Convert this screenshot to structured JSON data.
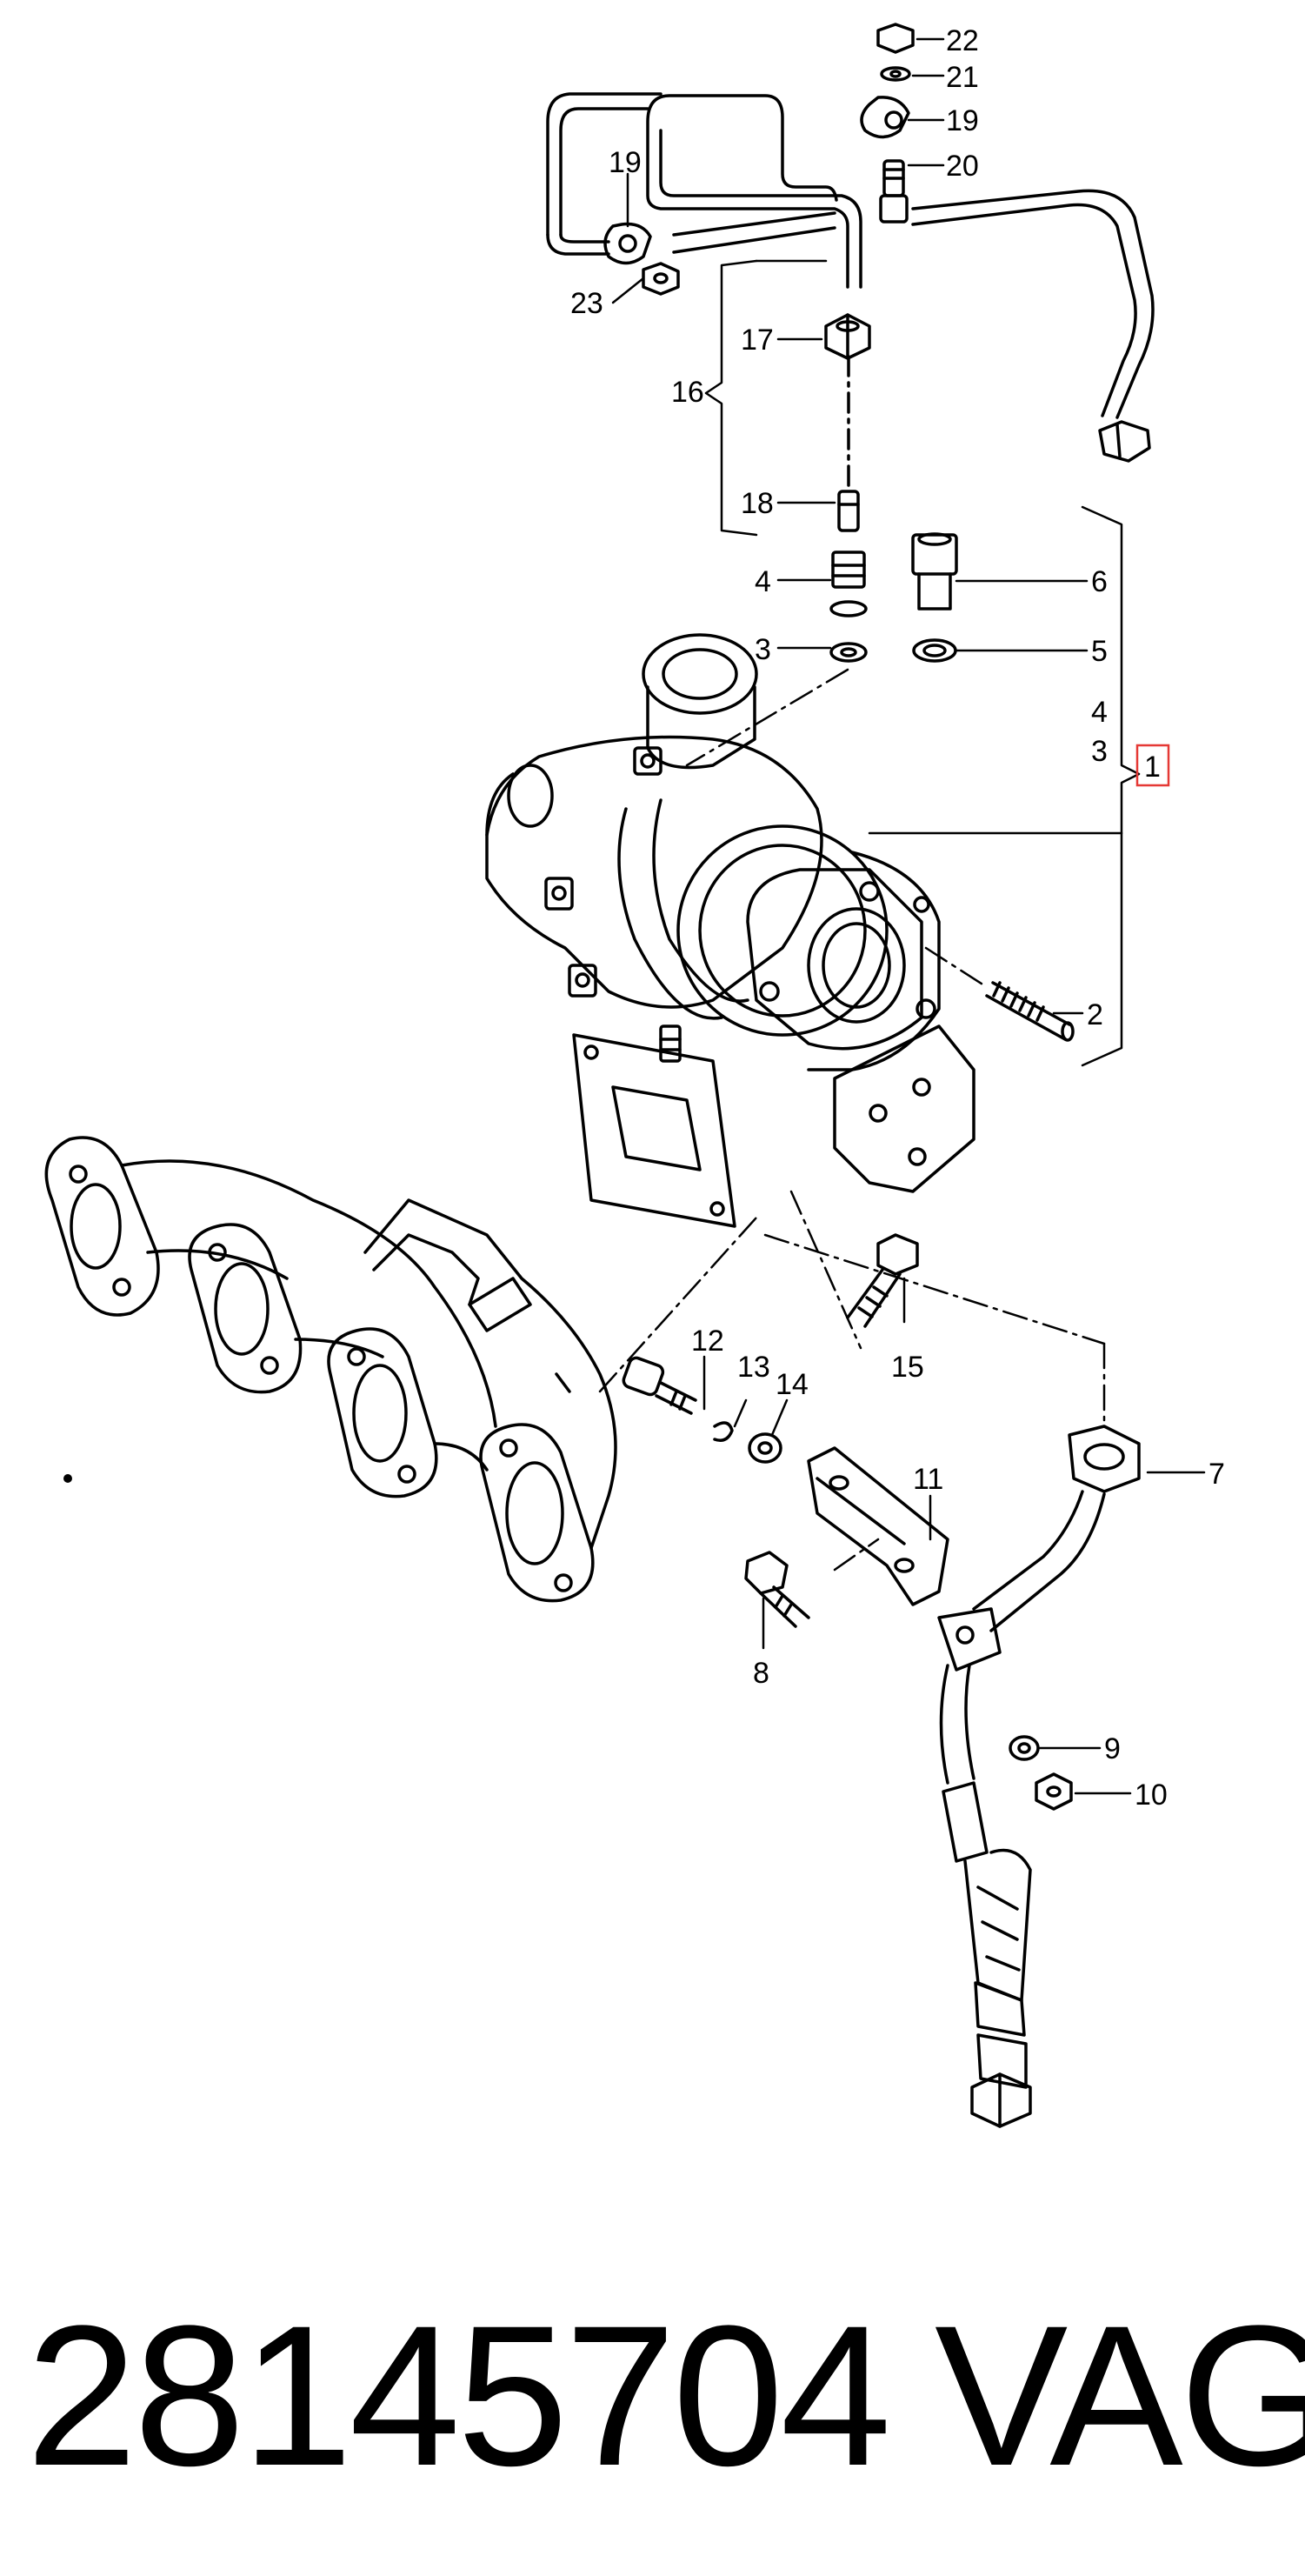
{
  "diagram": {
    "callouts": {
      "c1": "1",
      "c2": "2",
      "c3a": "3",
      "c3b": "3",
      "c4a": "4",
      "c4b": "4",
      "c5": "5",
      "c6": "6",
      "c7": "7",
      "c8": "8",
      "c9": "9",
      "c10": "10",
      "c11": "11",
      "c12": "12",
      "c13": "13",
      "c14": "14",
      "c15": "15",
      "c16": "16",
      "c17": "17",
      "c18": "18",
      "c19a": "19",
      "c19b": "19",
      "c20": "20",
      "c21": "21",
      "c22": "22",
      "c23": "23"
    },
    "highlight_color": "#e53935",
    "line_color": "#000000"
  },
  "footer": {
    "part_number": "28145704",
    "brand": "VAG"
  }
}
